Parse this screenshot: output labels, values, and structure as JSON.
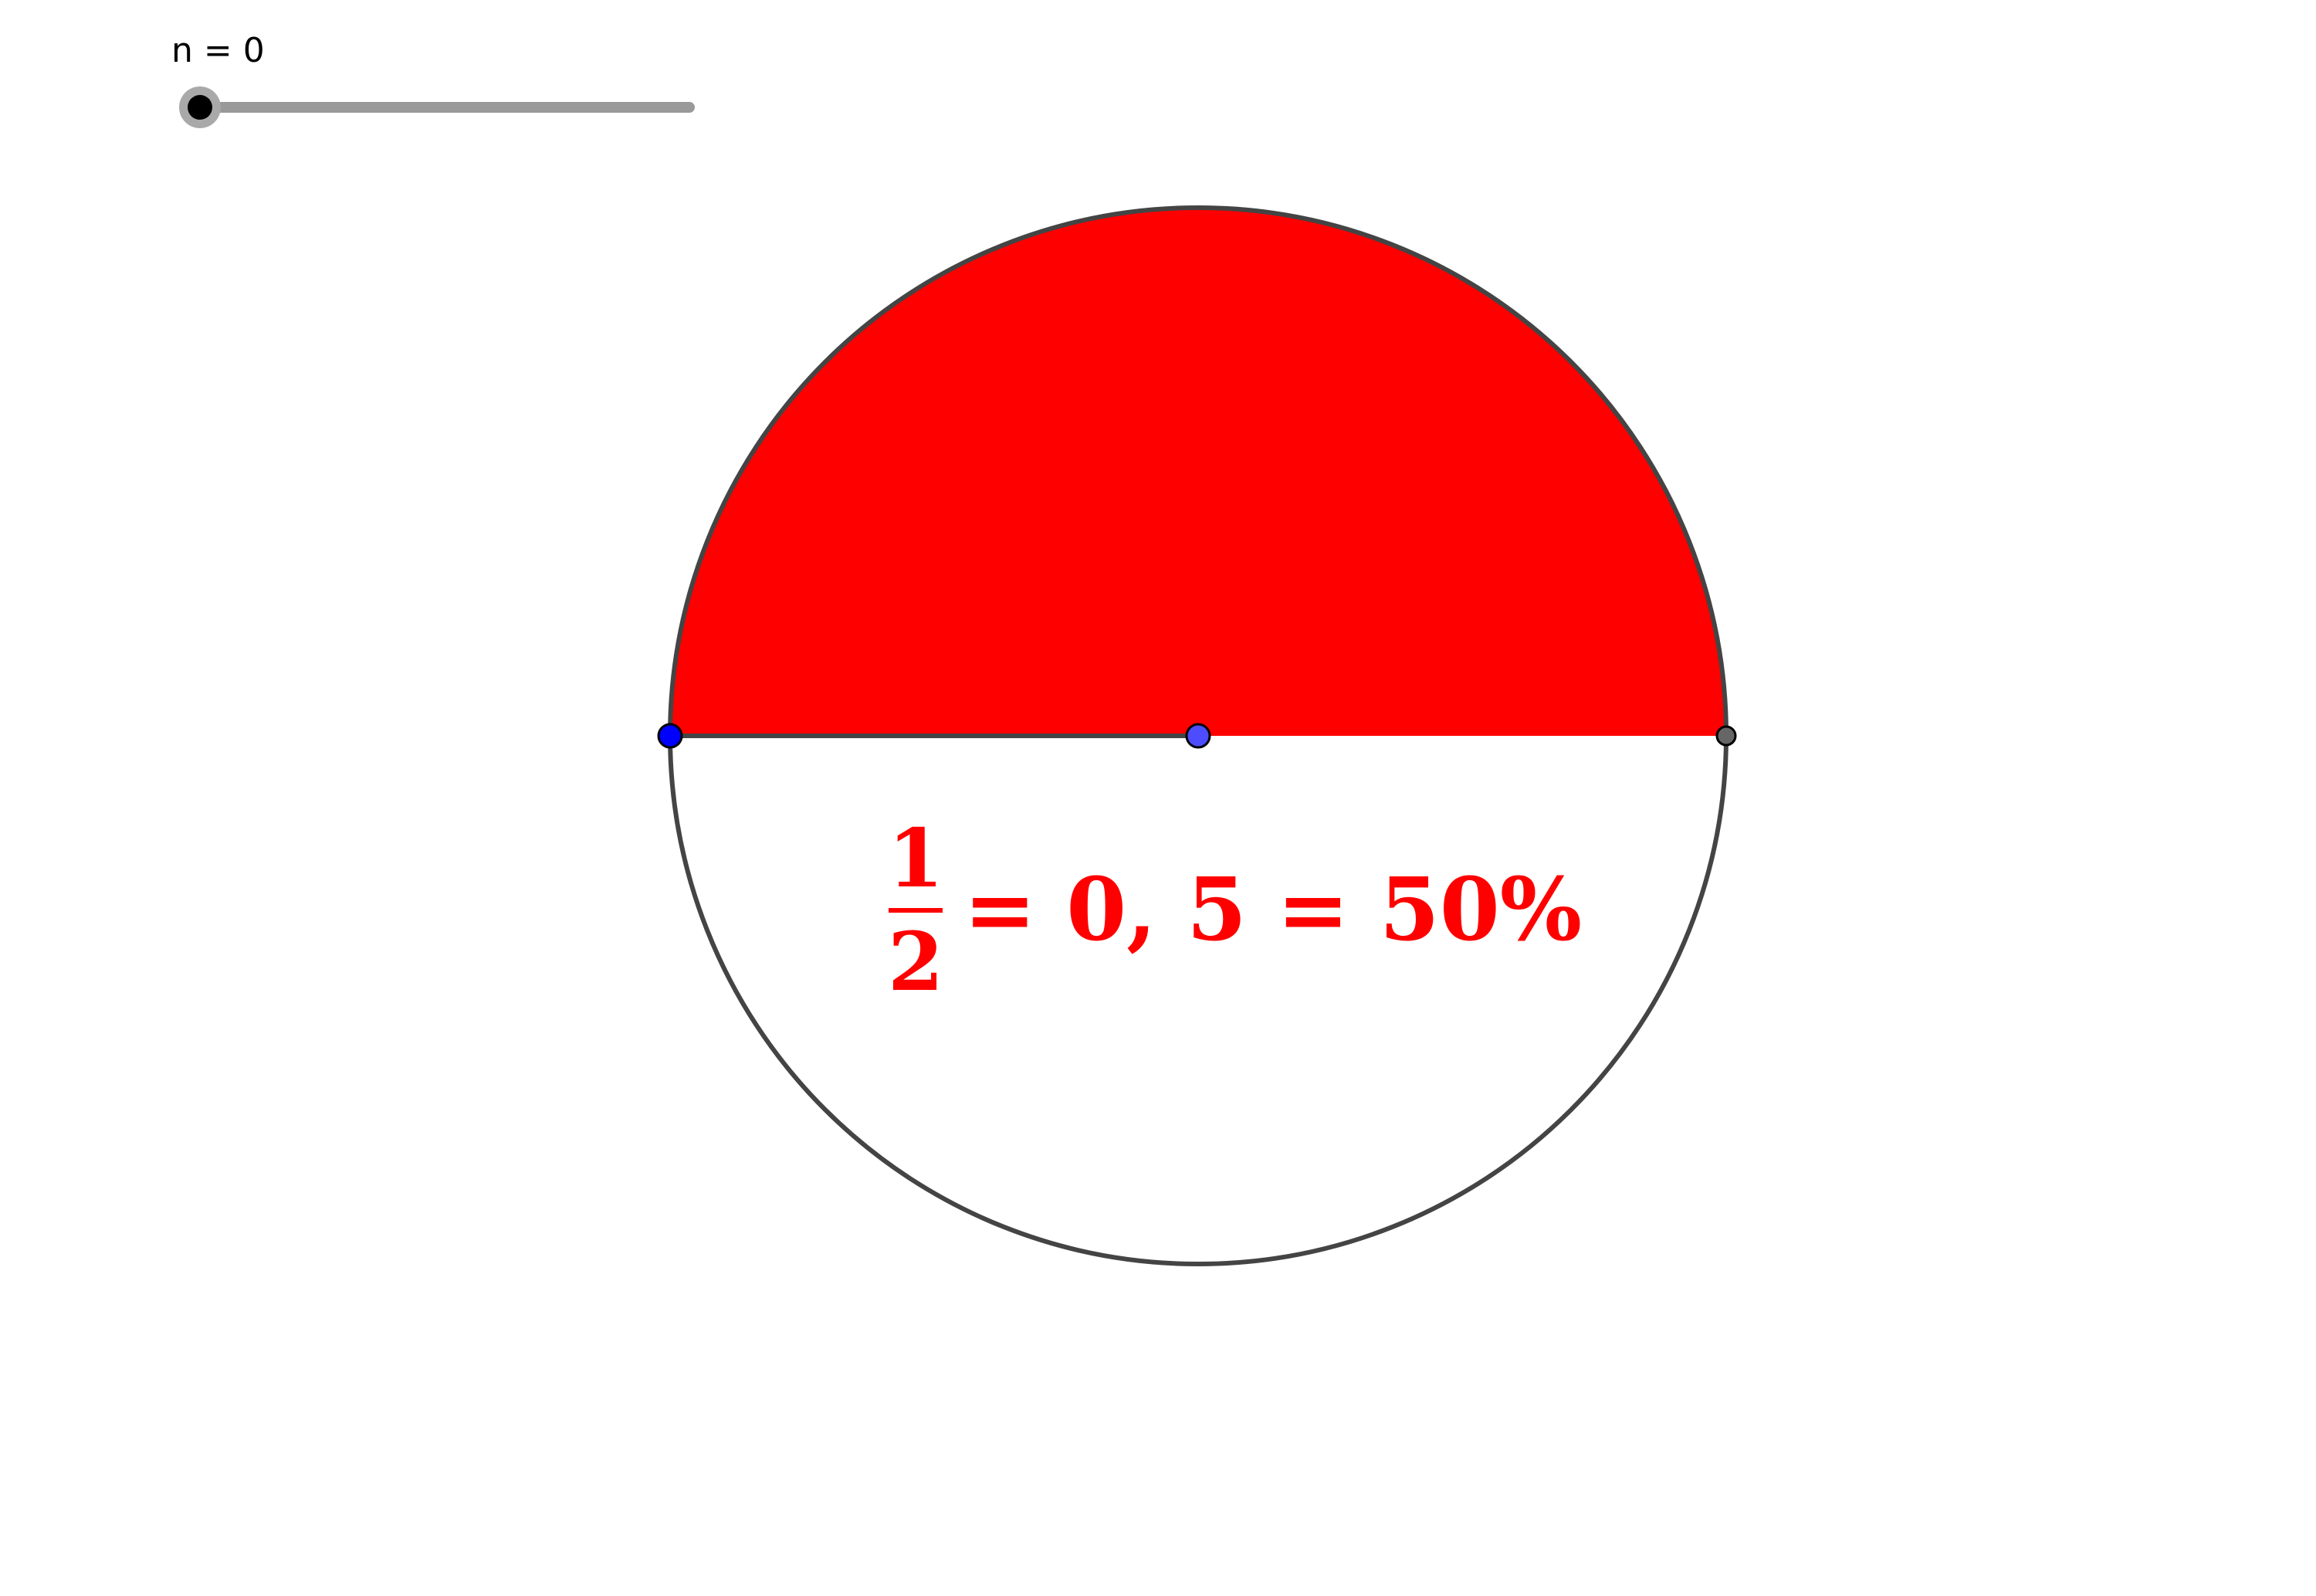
{
  "slider": {
    "label": "n = 0",
    "value": 0
  },
  "diagram": {
    "filled_fraction": 0.5,
    "colors": {
      "fill": "#ff0000",
      "outline": "#444444",
      "point_left": "#0000ff",
      "point_center": "#4d4dff",
      "point_right": "#666666"
    }
  },
  "formula": {
    "numerator": "1",
    "denominator": "2",
    "rest": "= 0, 5 = 50%"
  }
}
